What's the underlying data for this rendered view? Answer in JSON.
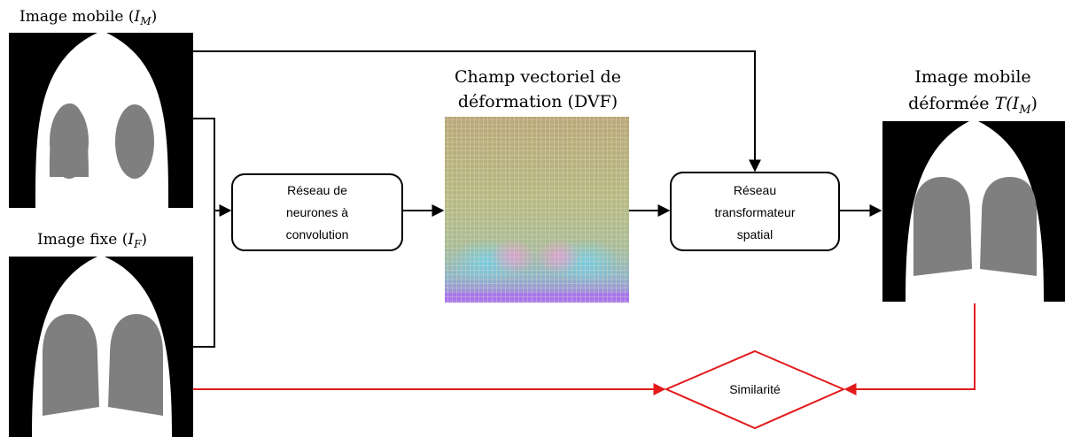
{
  "images": {
    "moving": {
      "label": "Image mobile",
      "symbol": "I",
      "subscript": "M"
    },
    "fixed": {
      "label": "Image fixe",
      "symbol": "I",
      "subscript": "F"
    },
    "deformed": {
      "label_line1": "Image mobile",
      "label_line2_prefix": "déformée",
      "symbol": "T(I",
      "subscript": "M",
      "close": ")"
    }
  },
  "dvf": {
    "title_line1": "Champ vectoriel de",
    "title_line2": "déformation (DVF)"
  },
  "cnn": {
    "lines": [
      "Réseau de",
      "neurones à",
      "convolution"
    ]
  },
  "stn": {
    "lines": [
      "Réseau",
      "transformateur",
      "spatial"
    ]
  },
  "similarity": {
    "label": "Similarité"
  },
  "colors": {
    "arrow": "#000000",
    "loss": "#e31a1c",
    "organ": "#7f7f7f",
    "body": "#ffffff",
    "background": "#000000"
  }
}
